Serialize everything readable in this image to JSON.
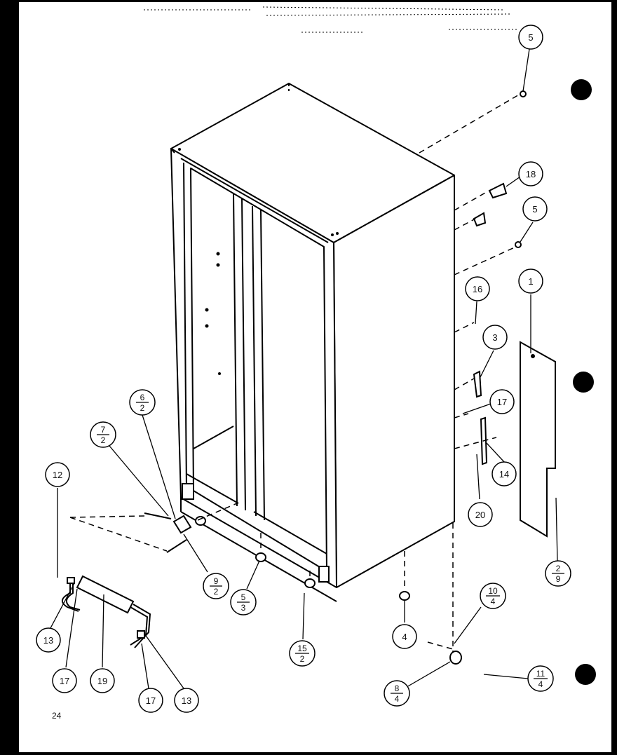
{
  "page_number": "24",
  "callouts": [
    {
      "id": "c5a",
      "label": "5"
    },
    {
      "id": "c18",
      "label": "18"
    },
    {
      "id": "c5b",
      "label": "5"
    },
    {
      "id": "c1",
      "label": "1"
    },
    {
      "id": "c16",
      "label": "16"
    },
    {
      "id": "c3",
      "label": "3"
    },
    {
      "id": "c17a",
      "label": "17"
    },
    {
      "id": "c14",
      "label": "14"
    },
    {
      "id": "c20",
      "label": "20"
    },
    {
      "id": "c6",
      "label": "6",
      "sub": "2"
    },
    {
      "id": "c7",
      "label": "7",
      "sub": "2"
    },
    {
      "id": "c12",
      "label": "12"
    },
    {
      "id": "c9",
      "label": "9",
      "sub": "2"
    },
    {
      "id": "c5c",
      "label": "5",
      "sub": "3"
    },
    {
      "id": "c15",
      "label": "15",
      "sub": "2"
    },
    {
      "id": "c4",
      "label": "4"
    },
    {
      "id": "c2",
      "label": "2",
      "sub": "9"
    },
    {
      "id": "c10",
      "label": "10",
      "sub": "4"
    },
    {
      "id": "c11",
      "label": "11",
      "sub": "4"
    },
    {
      "id": "c8",
      "label": "8",
      "sub": "4"
    },
    {
      "id": "c13a",
      "label": "13"
    },
    {
      "id": "c17b",
      "label": "17"
    },
    {
      "id": "c19",
      "label": "19"
    },
    {
      "id": "c17c",
      "label": "17"
    },
    {
      "id": "c13b",
      "label": "13"
    }
  ]
}
